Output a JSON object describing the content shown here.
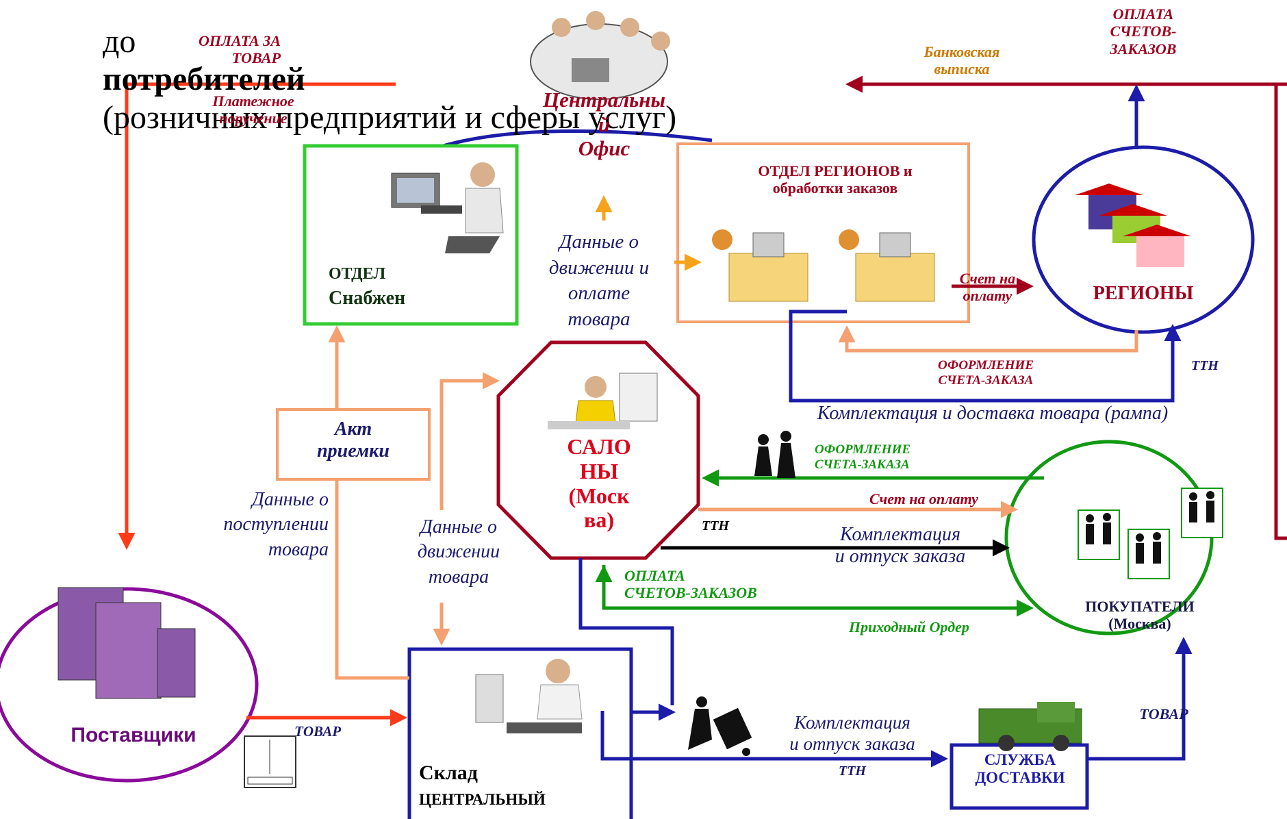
{
  "title": {
    "prefix": "до",
    "bold": "потребителей",
    "rest": "(розничных предприятий и сферы услуг)"
  },
  "nodes": {
    "central_office": "Центральны\nй\nОфис",
    "supply_dept": {
      "line1": "ОТДЕЛ",
      "line2": "Снабжен"
    },
    "regions_dept": "ОТДЕЛ РЕГИОНОВ  и\nобработки заказов",
    "regions": "РЕГИОНЫ",
    "salons": "САЛО\nНЫ\n(Моск\nва)",
    "buyers": "ПОКУПАТЕЛИ\n(Москва)",
    "suppliers": "Поставщики",
    "warehouse": {
      "line1": "Склад",
      "line2": "ЦЕНТРАЛЬНЫЙ"
    },
    "delivery": "СЛУЖБА\nДОСТАВКИ",
    "act": "Акт\nприемки"
  },
  "labels": {
    "payment_goods": "ОПЛАТА ЗА\nТОВАР",
    "payment_order": "Платежное\nпоручение",
    "bank_statement": "Банковская\nвыписка",
    "payment_invoices_top": "ОПЛАТА\nСЧЕТОВ-\nЗАКАЗОВ",
    "movement_payment": "Данные о\nдвижении и\nоплате\nтовара",
    "invoice_payment_regions": "Счет на\nоплату",
    "order_form_regions": "ОФОРМЛЕНИЕ\nСЧЕТА-ЗАКАЗА",
    "ttn_regions": "ТТН",
    "ramp": "Комплектация и доставка товара (рампа)",
    "order_form_buyers": "ОФОРМЛЕНИЕ\nСЧЕТА-ЗАКАЗА",
    "invoice_payment_buyers": "Счет на оплату",
    "ttn_salons": "ТТН",
    "picking_release": "Комплектация\nи отпуск заказа",
    "payment_invoices_mid": "ОПЛАТА\nСЧЕТОВ-ЗАКАЗОВ",
    "receipt_order": "Приходный Ордер",
    "receipt_data": "Данные о\nпоступлении\nтовара",
    "movement_data": "Данные о\nдвижении\nтовара",
    "goods_supplier": "ТОВАР",
    "picking_release_bottom": "Комплектация\nи отпуск заказа",
    "ttn_bottom": "ТТН",
    "goods_delivery": "ТОВАР"
  },
  "colors": {
    "red": "#ff3b1a",
    "dark_red": "#a0001e",
    "navy": "#1c1ca8",
    "green": "#119911",
    "light_orange": "#f4a070",
    "orange": "#f7a21b",
    "purple": "#8a0a9a",
    "lime": "#33cc33",
    "black": "#000000"
  }
}
